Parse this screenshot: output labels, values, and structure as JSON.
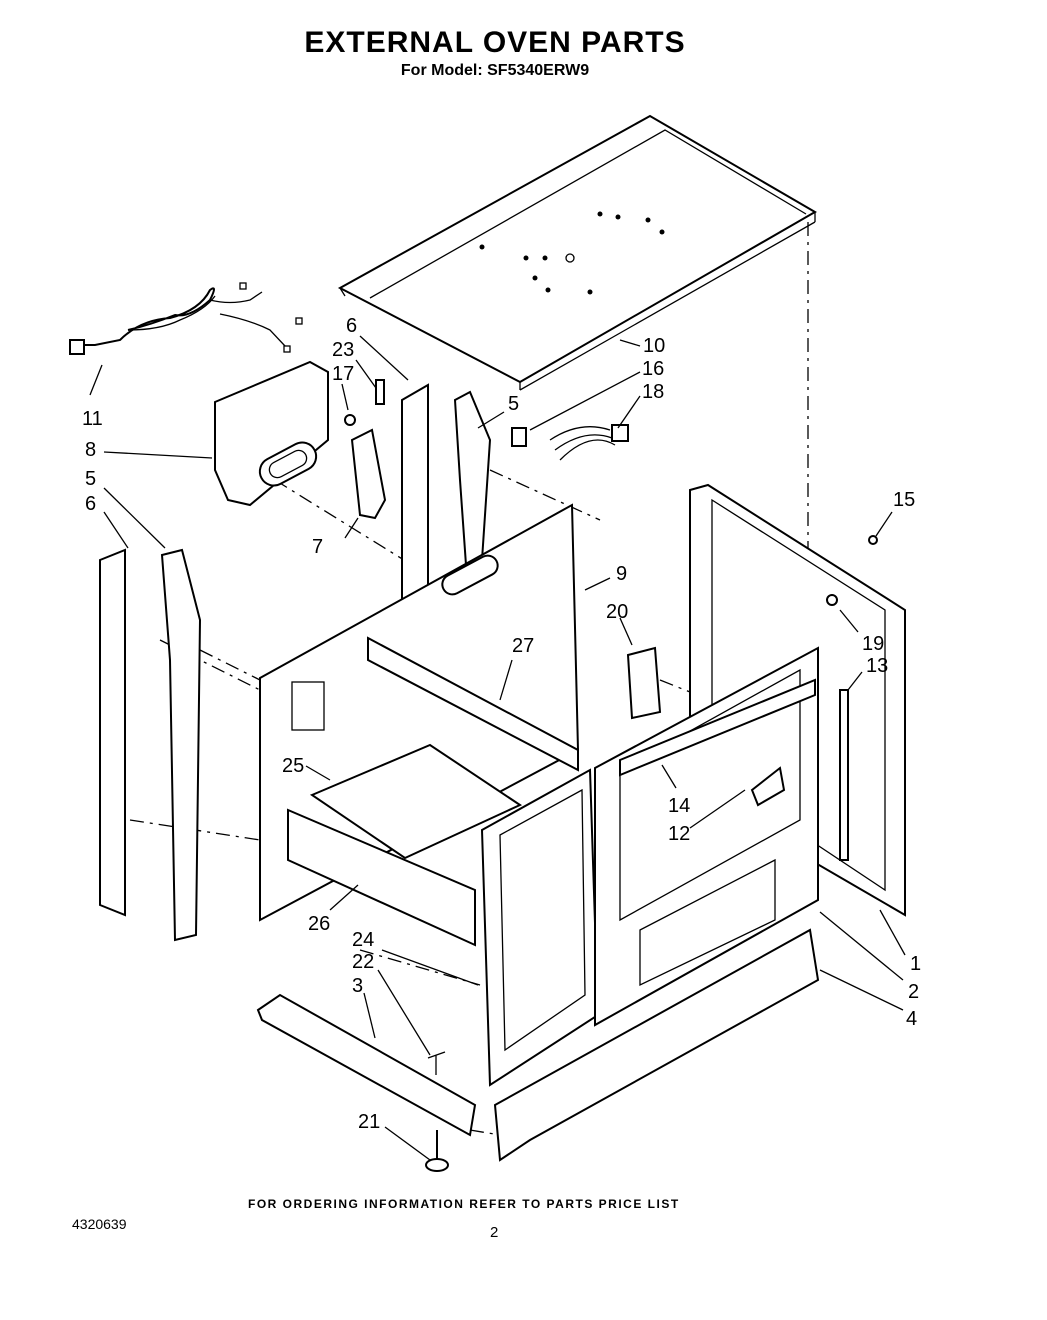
{
  "header": {
    "title": "EXTERNAL OVEN PARTS",
    "subtitle": "For Model: SF5340ERW9"
  },
  "footer": {
    "ordering_note": "FOR ORDERING INFORMATION REFER TO PARTS PRICE LIST",
    "document_number": "4320639",
    "page_number": "2"
  },
  "callouts": [
    "1",
    "2",
    "3",
    "4",
    "5",
    "5",
    "6",
    "6",
    "7",
    "8",
    "9",
    "10",
    "11",
    "12",
    "13",
    "14",
    "15",
    "16",
    "17",
    "18",
    "19",
    "20",
    "21",
    "22",
    "23",
    "24",
    "25",
    "26",
    "27"
  ]
}
